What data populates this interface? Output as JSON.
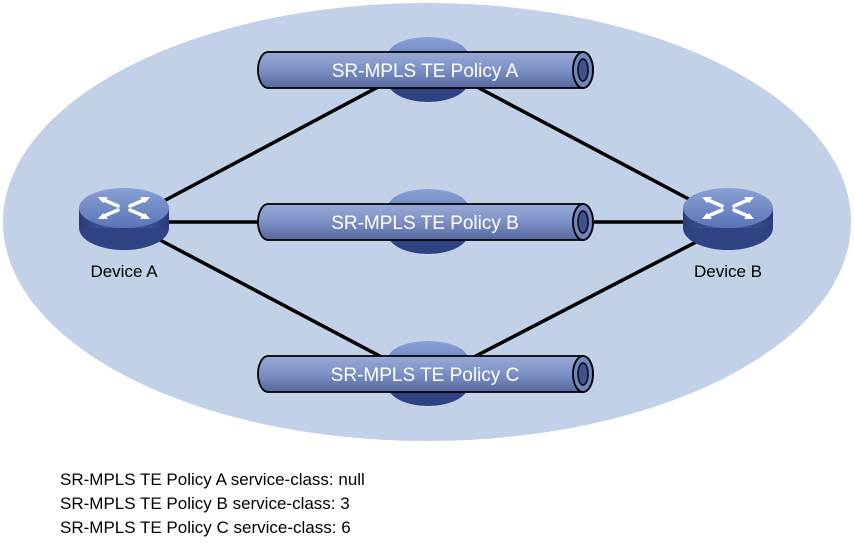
{
  "devices": [
    {
      "id": "A",
      "label": "Device A"
    },
    {
      "id": "B",
      "label": "Device B"
    }
  ],
  "policies": [
    {
      "id": "A",
      "label": "SR-MPLS TE Policy A"
    },
    {
      "id": "B",
      "label": "SR-MPLS TE Policy B"
    },
    {
      "id": "C",
      "label": "SR-MPLS TE Policy C"
    }
  ],
  "notes": [
    "SR-MPLS TE Policy A service-class: null",
    "SR-MPLS TE Policy B service-class: 3",
    "SR-MPLS TE Policy C service-class: 6"
  ],
  "colors": {
    "network_area": "#c2d0e8",
    "tunnel_body": "#8095c8",
    "tunnel_dark": "#4a5ea0",
    "device_top": "#6b86c4",
    "device_side": "#34498b",
    "link": "#000000"
  }
}
